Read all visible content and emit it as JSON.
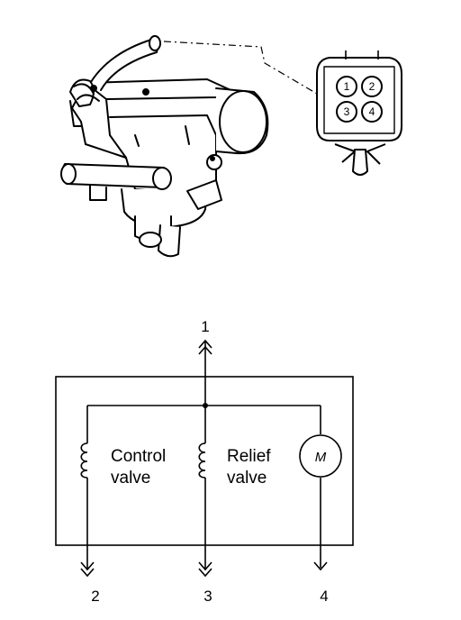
{
  "connector_pins": [
    "1",
    "2",
    "3",
    "4"
  ],
  "terminals": {
    "t1": "1",
    "t2": "2",
    "t3": "3",
    "t4": "4"
  },
  "components": {
    "control_valve": {
      "line1": "Control",
      "line2": "valve"
    },
    "relief_valve": {
      "line1": "Relief",
      "line2": "valve"
    },
    "motor": {
      "symbol": "M"
    }
  }
}
